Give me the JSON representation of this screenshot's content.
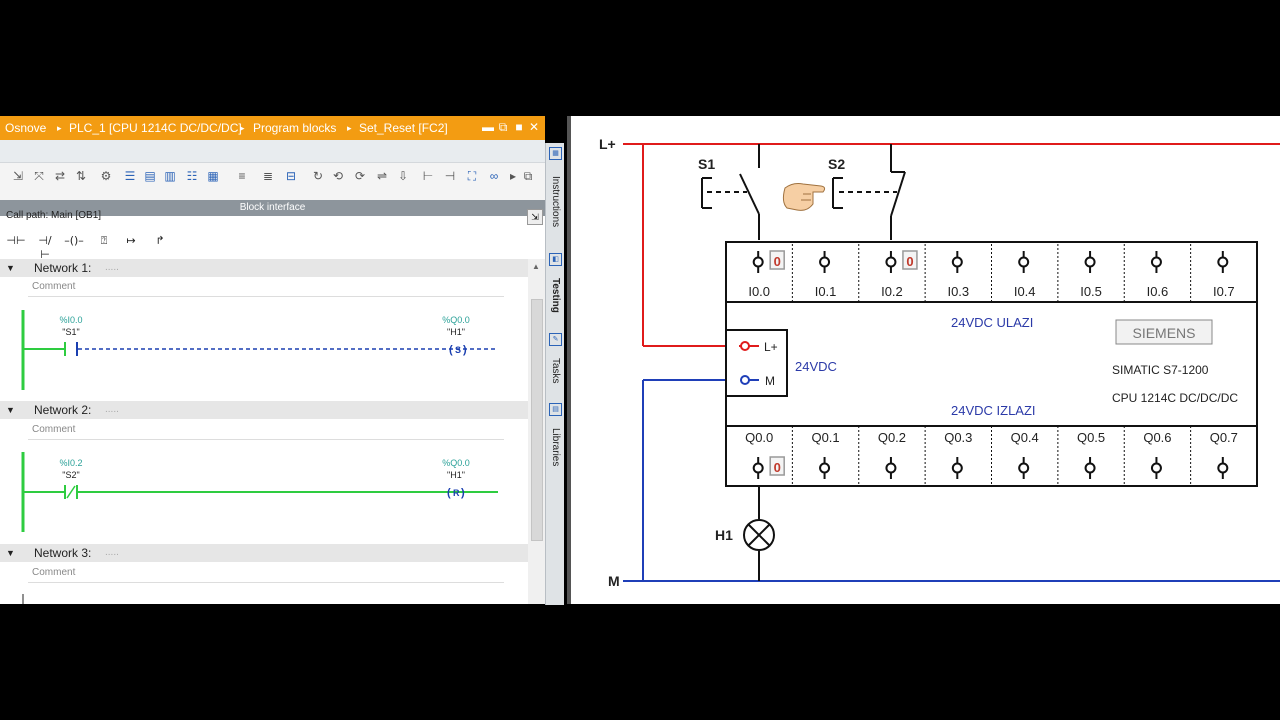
{
  "tia": {
    "breadcrumb": [
      "Osnove",
      "PLC_1 [CPU 1214C DC/DC/DC]",
      "Program blocks",
      "Set_Reset [FC2]"
    ],
    "block_interface": "Block interface",
    "call_path": "Call path: Main [OB1]",
    "side_tabs": [
      "Instructions",
      "Testing",
      "Tasks",
      "Libraries"
    ],
    "networks": [
      {
        "title": "Network 1:",
        "comment": "Comment",
        "contact": {
          "address": "%I0.0",
          "tag": "\"S1\"",
          "type": "NO"
        },
        "coil": {
          "address": "%Q0.0",
          "tag": "\"H1\"",
          "type": "S"
        }
      },
      {
        "title": "Network 2:",
        "comment": "Comment",
        "contact": {
          "address": "%I0.2",
          "tag": "\"S2\"",
          "type": "NC"
        },
        "coil": {
          "address": "%Q0.0",
          "tag": "\"H1\"",
          "type": "R"
        }
      },
      {
        "title": "Network 3:",
        "comment": "Comment"
      }
    ],
    "colors": {
      "titlebar": "#f39c12",
      "ladder_active": "#2ecc40",
      "ladder_inactive": "#1a3fb0",
      "address": "#2aa198"
    }
  },
  "diagram": {
    "rail_top": "L+",
    "rail_bottom": "M",
    "switches": [
      "S1",
      "S2"
    ],
    "inputs": [
      "I0.0",
      "I0.1",
      "I0.2",
      "I0.3",
      "I0.4",
      "I0.5",
      "I0.6",
      "I0.7"
    ],
    "outputs": [
      "Q0.0",
      "Q0.1",
      "Q0.2",
      "Q0.3",
      "Q0.4",
      "Q0.5",
      "Q0.6",
      "Q0.7"
    ],
    "state_badges": {
      "I0.0": "0",
      "I0.2": "0",
      "Q0.0": "0"
    },
    "inputs_label": "24VDC ULAZI",
    "outputs_label": "24VDC IZLAZI",
    "power_label": "24VDC",
    "power_terminals": [
      "L+",
      "M"
    ],
    "brand": "SIEMENS",
    "model": "SIMATIC S7-1200",
    "cpu": "CPU 1214C DC/DC/DC",
    "lamp": "H1",
    "colors": {
      "lplus": "#e01b1b",
      "m": "#1f3fb8",
      "label": "#2b3aa8",
      "badge": "#c0392b"
    }
  }
}
